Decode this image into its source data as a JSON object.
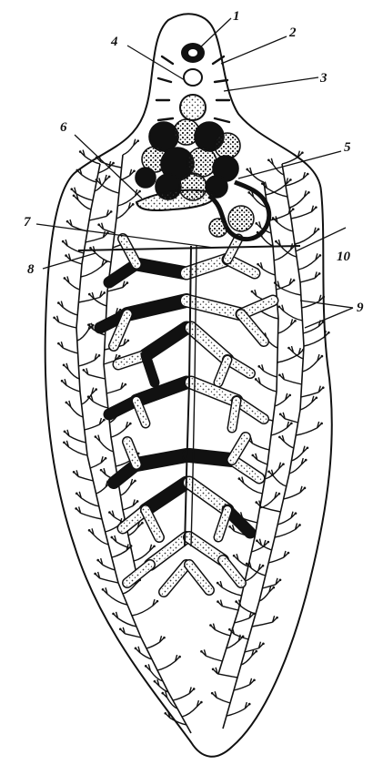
{
  "labels": [
    "1",
    "2",
    "3",
    "4",
    "5",
    "6",
    "7",
    "8",
    "9",
    "10"
  ],
  "colors": {
    "ink": "#111111",
    "paper": "#ffffff",
    "stipple": "#333333"
  }
}
